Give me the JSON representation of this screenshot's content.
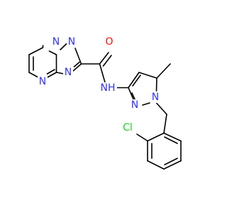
{
  "molecule": {
    "colors": {
      "bond": "#000000",
      "nitrogen": "#3333ff",
      "oxygen": "#ff0d0d",
      "chlorine": "#1fcf1f",
      "background": "#ffffff"
    },
    "labels": {
      "n_bridge": "N",
      "n_triazole_2": "N",
      "n_triazole_4": "N",
      "n_pyrimidine": "N",
      "o_carbonyl": "O",
      "nh_amide": "NH",
      "n_pyrazole_2": "N",
      "n_pyrazole_1": "N",
      "cl": "Cl"
    }
  }
}
